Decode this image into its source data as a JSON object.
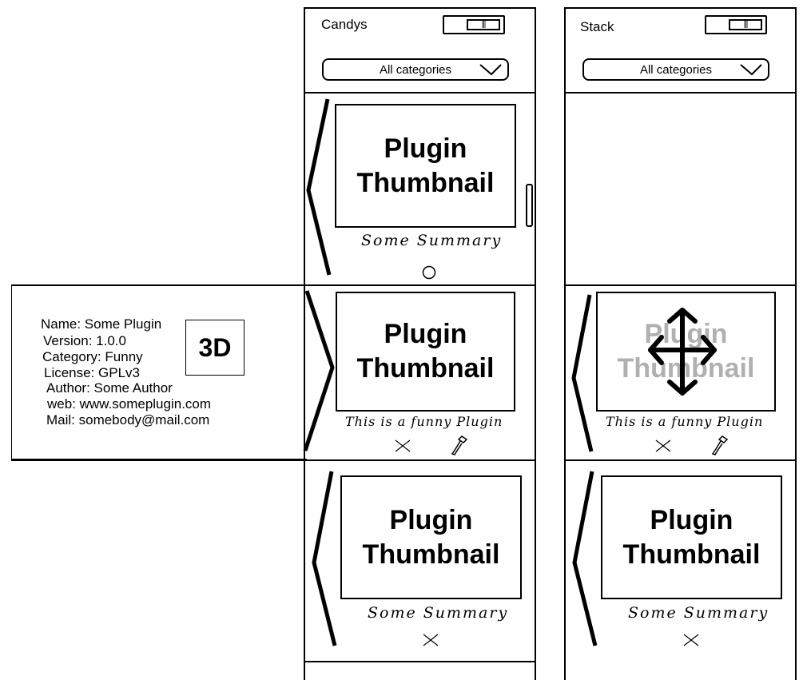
{
  "left_panel": {
    "title": "Candys",
    "toggle_label": "|||",
    "category_select": "All categories",
    "items": [
      {
        "thumbnail": "Plugin Thumbnail",
        "summary": "Some Summary"
      },
      {
        "thumbnail": "Plugin Thumbnail",
        "summary": "This is a funny Plugin"
      },
      {
        "thumbnail": "Plugin Thumbnail",
        "summary": "Some Summary"
      }
    ]
  },
  "right_panel": {
    "title": "Stack",
    "toggle_label": "|||",
    "category_select": "All categories",
    "items": [
      {
        "thumbnail": "Plugin Thumbnail",
        "summary": "This is a funny Plugin"
      },
      {
        "thumbnail": "Plugin Thumbnail",
        "summary": "Some Summary"
      }
    ]
  },
  "details": {
    "name": "Name: Some Plugin",
    "version": "Version: 1.0.0",
    "category": "Category: Funny",
    "license": "License: GPLv3",
    "author": "Author: Some Author",
    "web": "web: www.someplugin.com",
    "mail": "Mail: somebody@mail.com",
    "badge": "3D"
  },
  "icons": {
    "close": "close-icon",
    "edit": "brush-icon",
    "move": "move-arrows-icon",
    "drawer": "drawer-arrow-icon",
    "radio": "radio-circle-icon",
    "scroll": "scroll-handle-icon"
  }
}
